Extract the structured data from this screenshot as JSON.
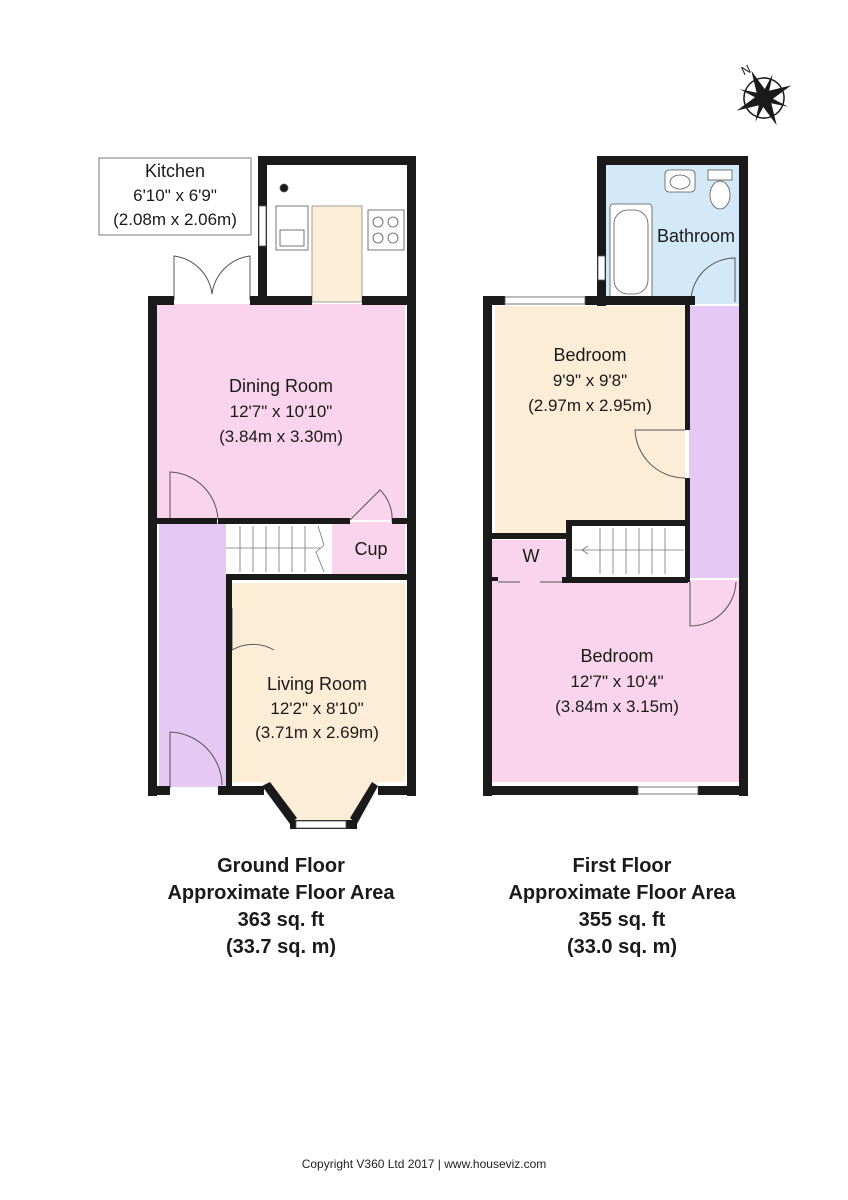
{
  "rooms": {
    "kitchen": {
      "name": "Kitchen",
      "dim_imperial": "6'10\" x 6'9\"",
      "dim_metric": "(2.08m x 2.06m)"
    },
    "dining": {
      "name": "Dining Room",
      "dim_imperial": "12'7\" x 10'10\"",
      "dim_metric": "(3.84m x 3.30m)"
    },
    "cupboard": {
      "name": "Cup"
    },
    "living": {
      "name": "Living Room",
      "dim_imperial": "12'2\" x 8'10\"",
      "dim_metric": "(3.71m x 2.69m)"
    },
    "bathroom": {
      "name": "Bathroom"
    },
    "bedroom_rear": {
      "name": "Bedroom",
      "dim_imperial": "9'9\" x 9'8\"",
      "dim_metric": "(2.97m x 2.95m)"
    },
    "wardrobe": {
      "name": "W"
    },
    "bedroom_front": {
      "name": "Bedroom",
      "dim_imperial": "12'7\" x 10'4\"",
      "dim_metric": "(3.84m x 3.15m)"
    }
  },
  "floors": {
    "ground": {
      "line1": "Ground Floor",
      "line2": "Approximate Floor Area",
      "area_imperial": "363 sq. ft",
      "area_metric": "(33.7 sq. m)"
    },
    "first": {
      "line1": "First Floor",
      "line2": "Approximate Floor Area",
      "area_imperial": "355 sq. ft",
      "area_metric": "(33.0 sq. m)"
    }
  },
  "compass": {
    "north_label": "N"
  },
  "footer": {
    "copyright": "Copyright V360 Ltd 2017 | www.houseviz.com"
  },
  "colors": {
    "wall": "#1a1a1a",
    "pink_room": "#f9d4ec",
    "beige_room": "#fbedd6",
    "purple_hall": "#e6c8f5",
    "blue_bath": "#d3e9f7",
    "kitchen_worktop": "#fbedd6"
  }
}
